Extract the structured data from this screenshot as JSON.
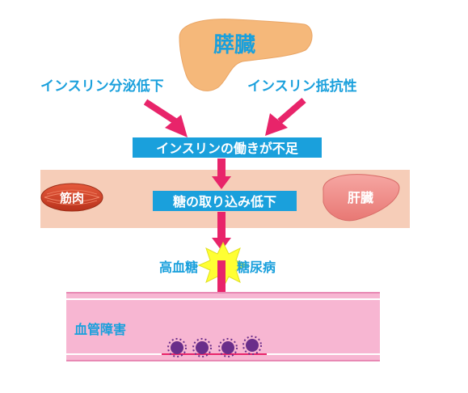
{
  "diagram": {
    "organs": {
      "pancreas": "膵臓",
      "muscle": "筋肉",
      "liver": "肝臓"
    },
    "causes": {
      "left": "インスリン分泌低下",
      "right": "インスリン抵抗性"
    },
    "steps": {
      "insulin_deficiency": "インスリンの働きが不足",
      "uptake_decrease": "糖の取り込み低下"
    },
    "outcomes": {
      "hyperglycemia": "高血糖",
      "diabetes": "糖尿病",
      "vascular_damage": "血管障害"
    },
    "colors": {
      "arrow": "#e8246a",
      "label_box": "#1aa0dc",
      "text_blue": "#1aa0dc",
      "pancreas": "#f5b87a",
      "organ_band": "#f6cdb8",
      "vessel": "#f7b6d2",
      "muscle": "#d9442a",
      "liver": "#f08a86",
      "burst": "#ffff33",
      "plaque": "#6a2e8a"
    }
  }
}
